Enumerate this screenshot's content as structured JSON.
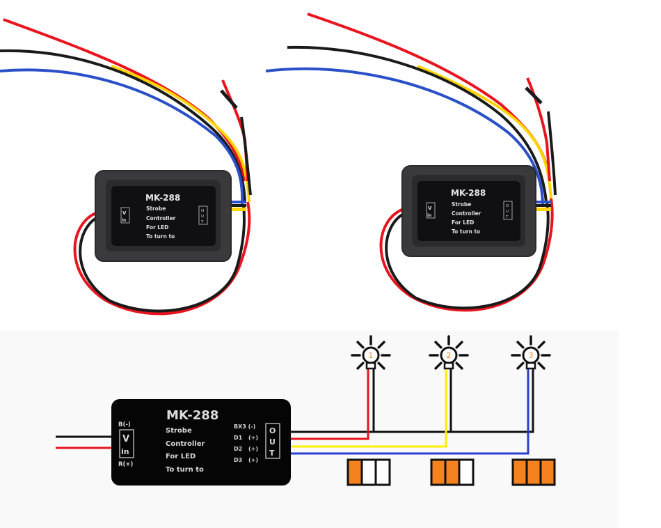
{
  "product": {
    "model": "MK-288",
    "label_lines": [
      "Strobe",
      "Controller",
      "For LED",
      "To turn to"
    ],
    "input_label": {
      "top": "B(-)",
      "v": "V",
      "in": "in",
      "bottom": "R(+)"
    },
    "output_label": {
      "o": "O",
      "u": "U",
      "t": "T"
    },
    "outputs": [
      {
        "name": "BX3",
        "polarity": "(-)"
      },
      {
        "name": "D1",
        "polarity": "(+)"
      },
      {
        "name": "D2",
        "polarity": "(+)"
      },
      {
        "name": "D3",
        "polarity": "(+)"
      }
    ]
  },
  "photos": [
    {
      "id": "controller-photo-left",
      "wires": [
        "red",
        "yellow",
        "black",
        "blue"
      ]
    },
    {
      "id": "controller-photo-right",
      "wires": [
        "red",
        "yellow",
        "black",
        "blue"
      ]
    }
  ],
  "diagram": {
    "input_wires": [
      "black",
      "red"
    ],
    "output_wires": [
      {
        "color": "black",
        "role": "common ground"
      },
      {
        "color": "red",
        "role": "LED 1"
      },
      {
        "color": "yellow",
        "role": "LED 2"
      },
      {
        "color": "blue",
        "role": "LED 3"
      }
    ],
    "leds": [
      {
        "number": "1",
        "wire": "red"
      },
      {
        "number": "2",
        "wire": "yellow"
      },
      {
        "number": "3",
        "wire": "blue"
      }
    ],
    "sequence_steps": [
      {
        "step": 1,
        "lit_segments": 1,
        "total_segments": 3
      },
      {
        "step": 2,
        "lit_segments": 2,
        "total_segments": 3
      },
      {
        "step": 3,
        "lit_segments": 3,
        "total_segments": 3
      }
    ]
  },
  "colors": {
    "red": "#e8141e",
    "yellow": "#ffee00",
    "blue": "#2a3fd0",
    "black": "#111111",
    "orange": "#f58220",
    "housing": "#3a3a3a",
    "label": "#101010"
  }
}
